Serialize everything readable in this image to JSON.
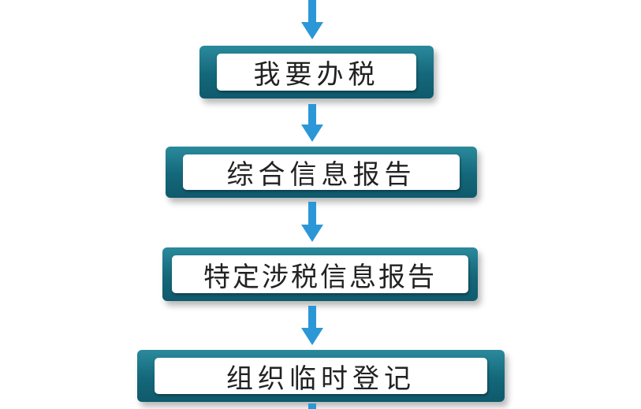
{
  "flow": {
    "steps": [
      {
        "label": "我要办税"
      },
      {
        "label": "综合信息报告"
      },
      {
        "label": "特定涉税信息报告"
      },
      {
        "label": "组织临时登记"
      }
    ]
  },
  "colors": {
    "arrow": "#2c97d6",
    "box": "#14677a",
    "label_bg": "#ffffff",
    "text": "#222222"
  }
}
